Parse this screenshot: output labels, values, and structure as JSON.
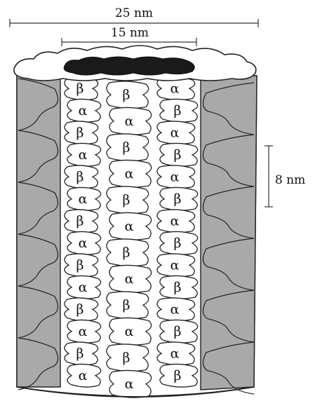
{
  "dimensions": {
    "outer_width": "25 nm",
    "inner_width": "15 nm",
    "subunit_height": "8 nm"
  },
  "subunit_symbols": {
    "alpha": "α",
    "beta": "β"
  },
  "columns": [
    {
      "name": "left",
      "labels": [
        "β",
        "α",
        "β",
        "α",
        "β",
        "α",
        "β",
        "α",
        "β",
        "α",
        "β",
        "α",
        "β",
        "α"
      ]
    },
    {
      "name": "middle",
      "labels": [
        "β",
        "α",
        "β",
        "α",
        "β",
        "α",
        "β",
        "α",
        "β",
        "α",
        "β",
        "α"
      ]
    },
    {
      "name": "right",
      "labels": [
        "α",
        "β",
        "α",
        "β",
        "α",
        "β",
        "α",
        "β",
        "α",
        "β",
        "α",
        "β",
        "α",
        "β"
      ]
    }
  ],
  "colors": {
    "line": "#222222",
    "side_wall": "#a9a9a9",
    "lumen": "#1a1a1a",
    "subunit_fill": "#ffffff"
  }
}
